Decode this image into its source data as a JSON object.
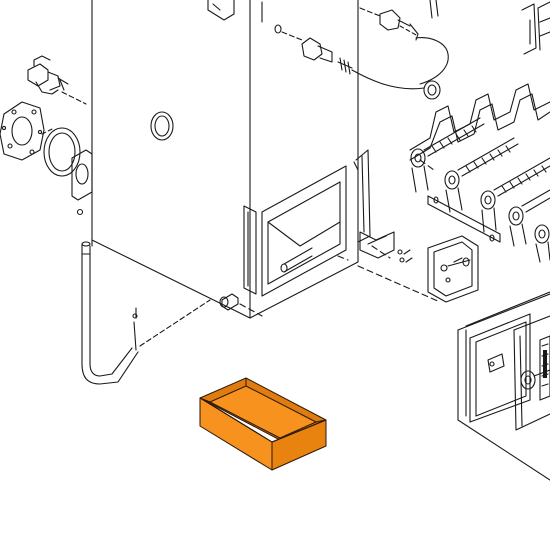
{
  "diagram": {
    "type": "exploded-parts-view",
    "highlighted_part": "drip-tray",
    "colors": {
      "line": "#1a1a1a",
      "background": "#ffffff",
      "highlight_fill": "#f7921e",
      "highlight_dark": "#e07b10",
      "highlight_stroke": "#2a1a0a"
    },
    "parts": [
      "cabinet-body",
      "inspection-door",
      "gas-valve",
      "mounting-flange",
      "gasket-ring",
      "pilot-assembly",
      "thermocouple",
      "burner-manifold",
      "bracket",
      "access-panel",
      "control-panel",
      "drain-pipe",
      "drip-tray"
    ]
  }
}
